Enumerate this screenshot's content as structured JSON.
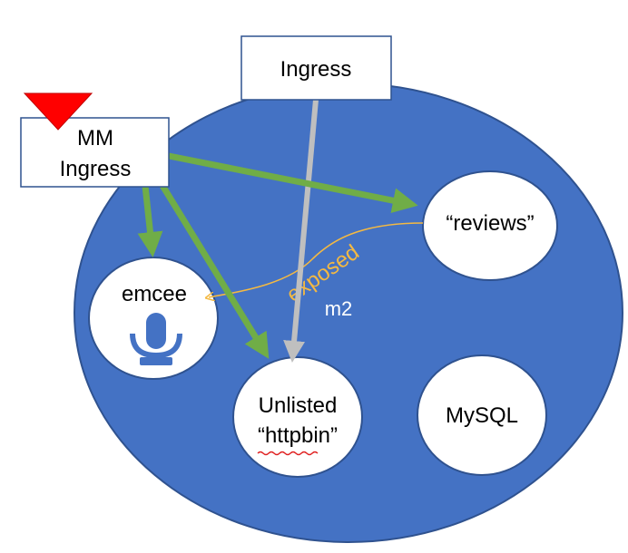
{
  "cluster": {
    "label": "m2"
  },
  "nodes": {
    "ingress": {
      "label": "Ingress"
    },
    "mm_ingress": {
      "line1": "MM",
      "line2": "Ingress"
    },
    "reviews": {
      "label": "“reviews”"
    },
    "emcee": {
      "label": "emcee"
    },
    "httpbin": {
      "line1": "Unlisted",
      "line2": "“httpbin”"
    },
    "mysql": {
      "label": "MySQL"
    }
  },
  "edges": {
    "exposed": {
      "label": "exposed"
    }
  },
  "icons": {
    "emcee_icon": "microphone-icon",
    "mm_marker": "red-triangle-marker-icon"
  },
  "colors": {
    "cluster_fill": "#4472c4",
    "cluster_stroke": "#2f528f",
    "green_arrow": "#70ad47",
    "gray_arrow": "#bfbfbf",
    "exposed_arrow": "#f4b942",
    "marker": "#ff0000"
  }
}
